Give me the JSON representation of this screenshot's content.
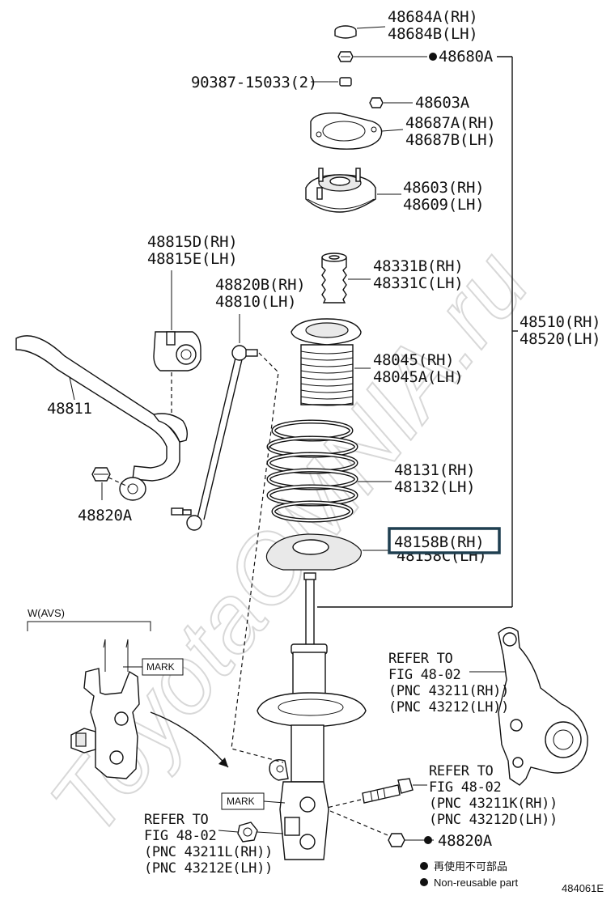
{
  "watermark": "ToyotaOMNIA.ru",
  "labels": {
    "p48684": [
      "48684A(RH)",
      "48684B(LH)"
    ],
    "p48680": "48680A",
    "p90387": "90387-15033(2)",
    "p48603a": "48603A",
    "p48687": [
      "48687A(RH)",
      "48687B(LH)"
    ],
    "p48603": [
      "48603(RH)",
      "48609(LH)"
    ],
    "p48815": [
      "48815D(RH)",
      "48815E(LH)"
    ],
    "p48331": [
      "48331B(RH)",
      "48331C(LH)"
    ],
    "p48820b": [
      "48820B(RH)",
      "48810(LH)"
    ],
    "p48510": [
      "48510(RH)",
      "48520(LH)"
    ],
    "p48045": [
      "48045(RH)",
      "48045A(LH)"
    ],
    "p48811": "48811",
    "p48131": [
      "48131(RH)",
      "48132(LH)"
    ],
    "p48820a_left": "48820A",
    "p48158": [
      "48158B(RH)",
      "48158C(LH)"
    ],
    "wavs": "W(AVS)",
    "mark1": "MARK",
    "mark2": "MARK",
    "refer_knuckle": [
      "REFER TO",
      "FIG 48-02",
      "(PNC 43211(RH))",
      "(PNC 43212(LH))"
    ],
    "refer_bolt": [
      "REFER TO",
      "FIG 48-02",
      "(PNC 43211K(RH))",
      "(PNC 43212D(LH))"
    ],
    "refer_lower": [
      "REFER TO",
      "FIG 48-02",
      "(PNC 43211L(RH))",
      "(PNC 43212E(LH))"
    ],
    "p48820a_bottom": "48820A",
    "legend_jp": "再使用不可部品",
    "legend_en": "Non-reusable part",
    "figure_id": "484061E"
  },
  "highlight_color": "#1f3f50"
}
